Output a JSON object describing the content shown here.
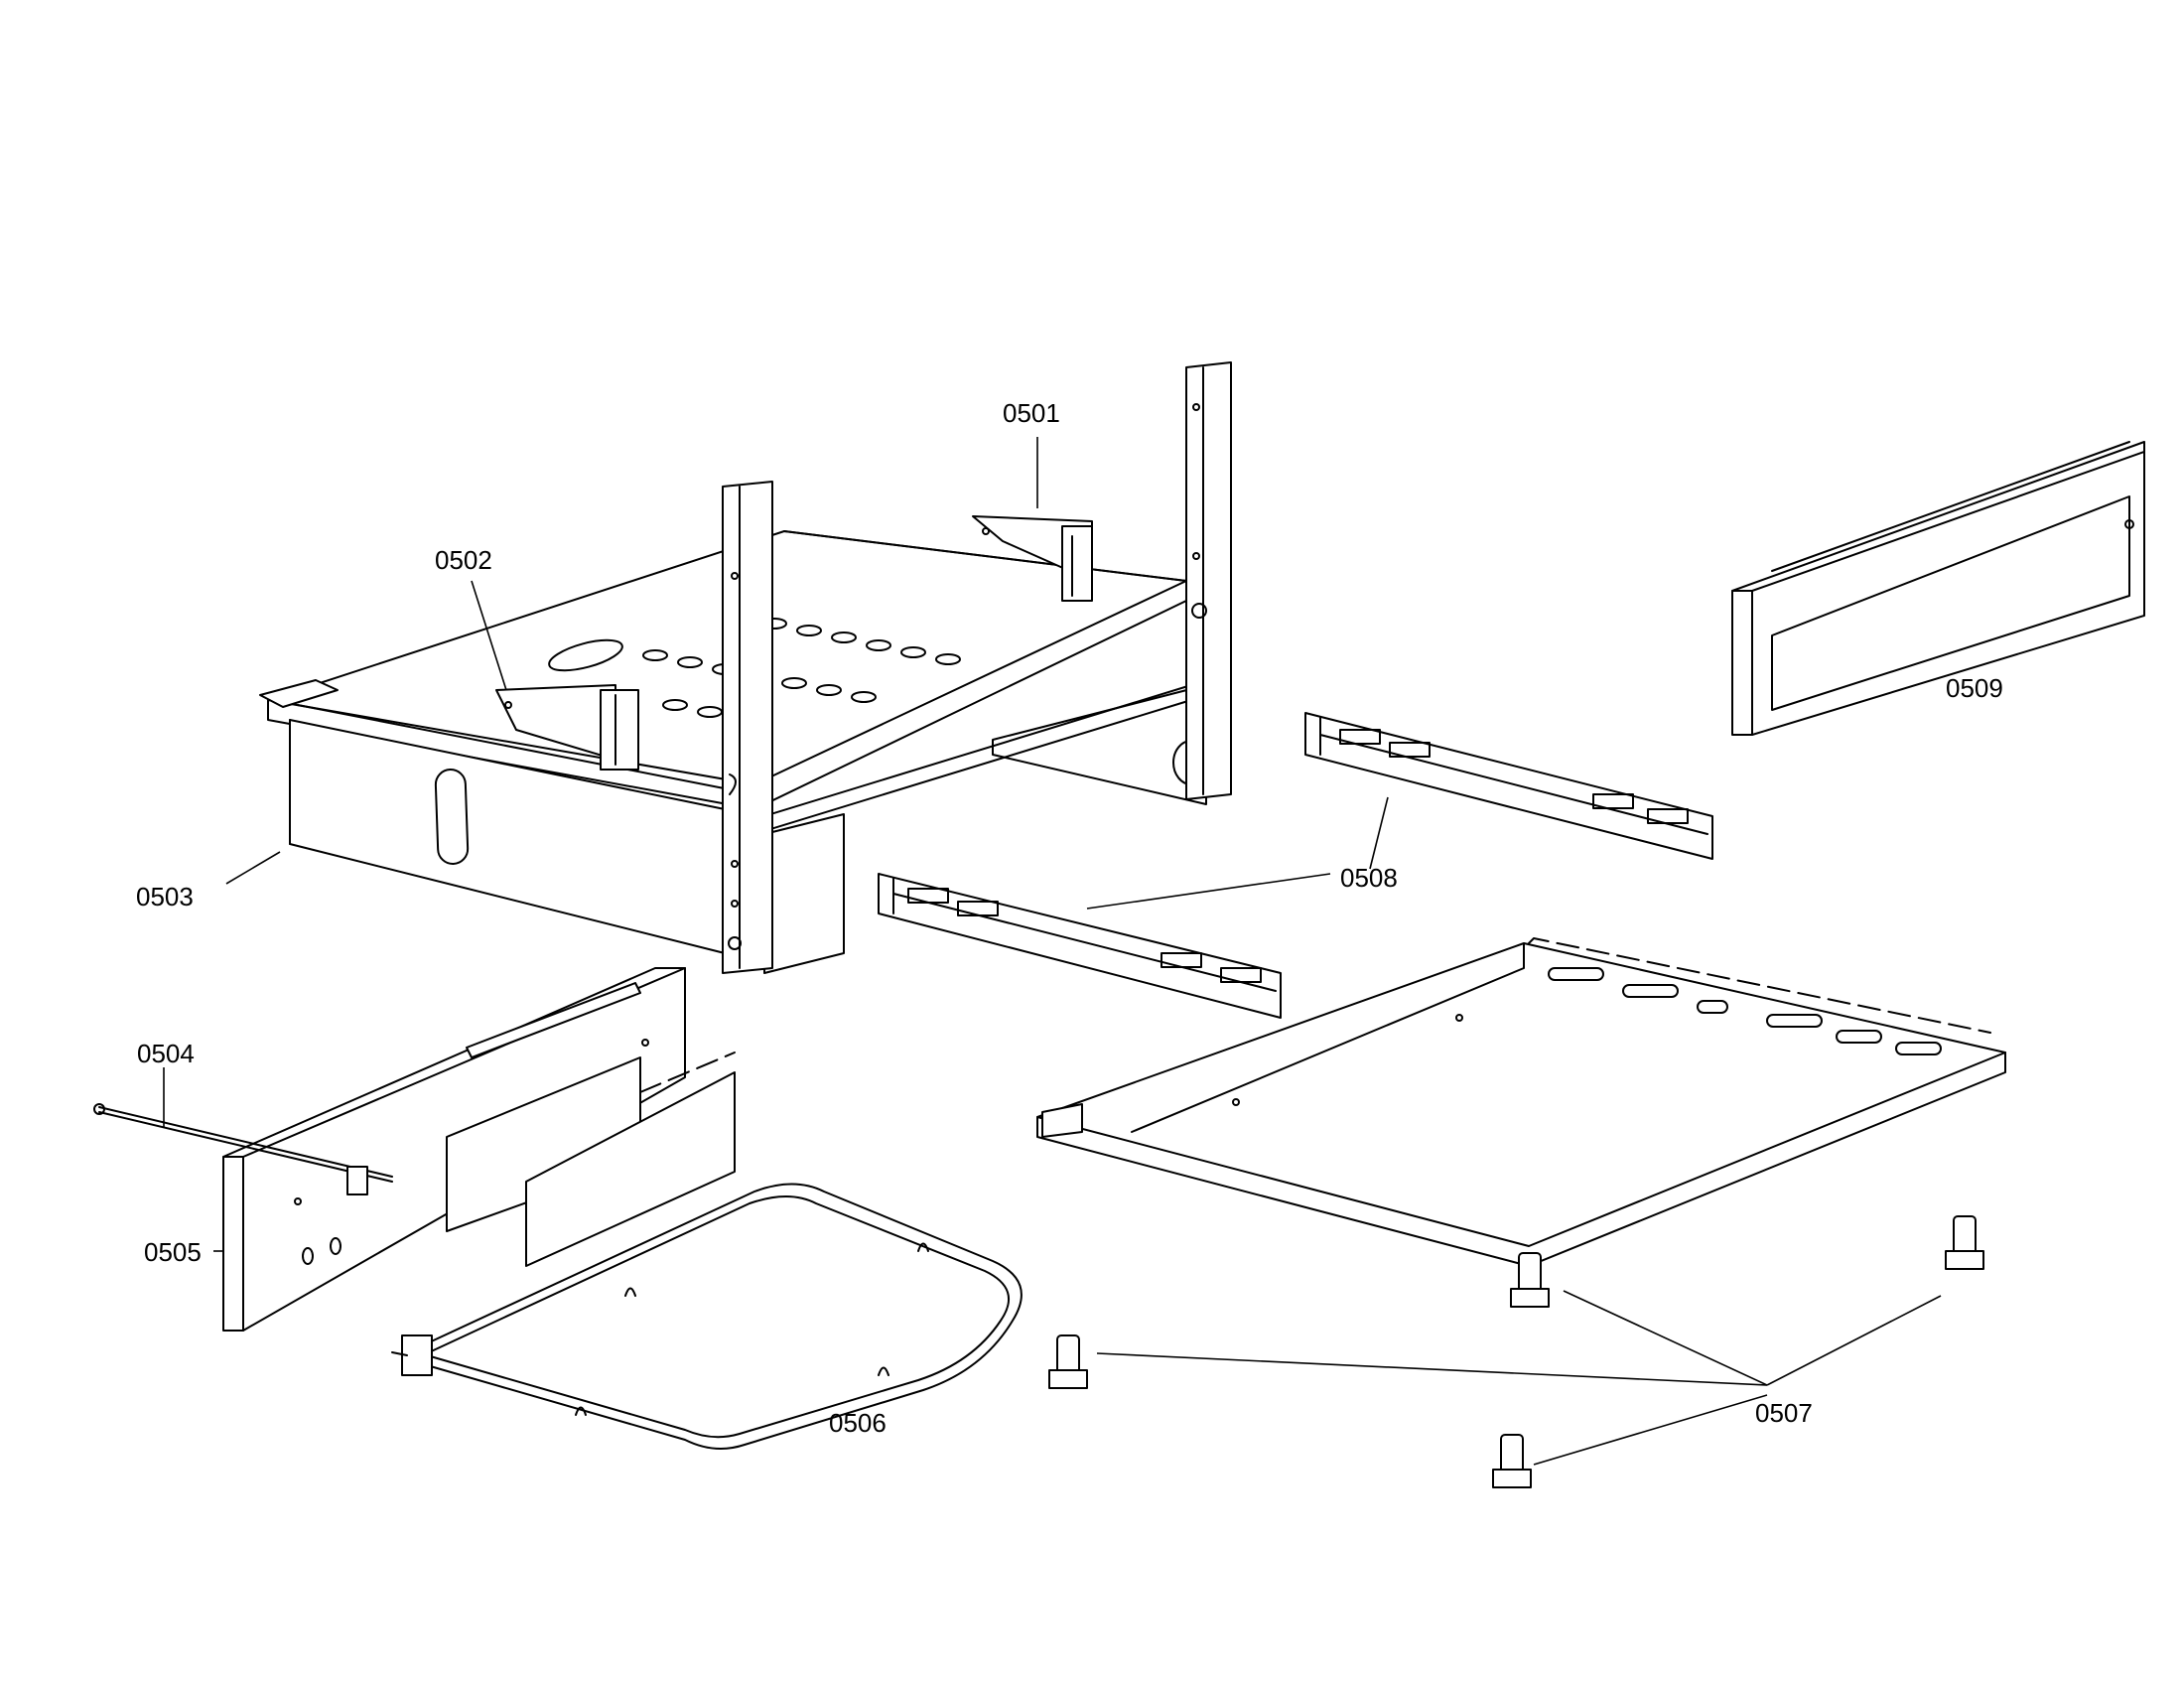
{
  "diagram": {
    "colors": {
      "line": "#000000",
      "background": "#ffffff"
    },
    "callouts": [
      {
        "id": "0501",
        "label": "0501"
      },
      {
        "id": "0502",
        "label": "0502"
      },
      {
        "id": "0503",
        "label": "0503"
      },
      {
        "id": "0504",
        "label": "0504"
      },
      {
        "id": "0505",
        "label": "0505"
      },
      {
        "id": "0506",
        "label": "0506"
      },
      {
        "id": "0507",
        "label": "0507"
      },
      {
        "id": "0508",
        "label": "0508"
      },
      {
        "id": "0509",
        "label": "0509"
      }
    ]
  }
}
